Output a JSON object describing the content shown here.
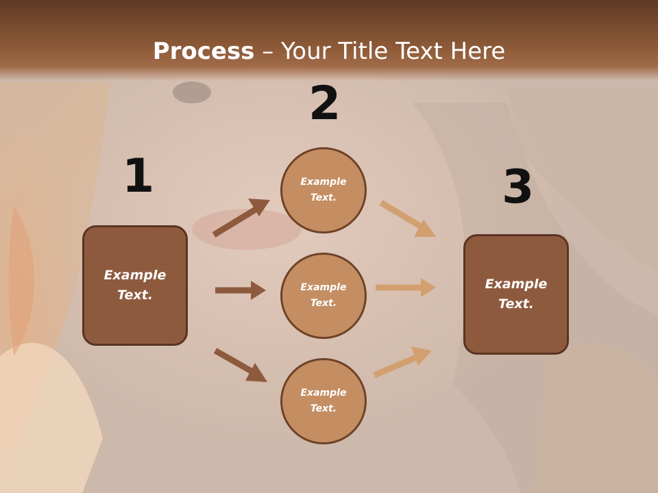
{
  "slide": {
    "title_bold": "Process",
    "title_rest": " – Your Title Text Here"
  },
  "steps": {
    "one": "1",
    "two": "2",
    "three": "3"
  },
  "boxes": {
    "left": "Example\nText.",
    "right": "Example\nText."
  },
  "circles": [
    "Example\nText.",
    "Example\nText.",
    "Example\nText."
  ],
  "colors": {
    "title_bar": "#8a5836",
    "box_fill": "#8e5a3e",
    "circle_fill": "#c48e62",
    "arrow_dark": "#8e5a3e",
    "arrow_light": "#d2a070"
  }
}
